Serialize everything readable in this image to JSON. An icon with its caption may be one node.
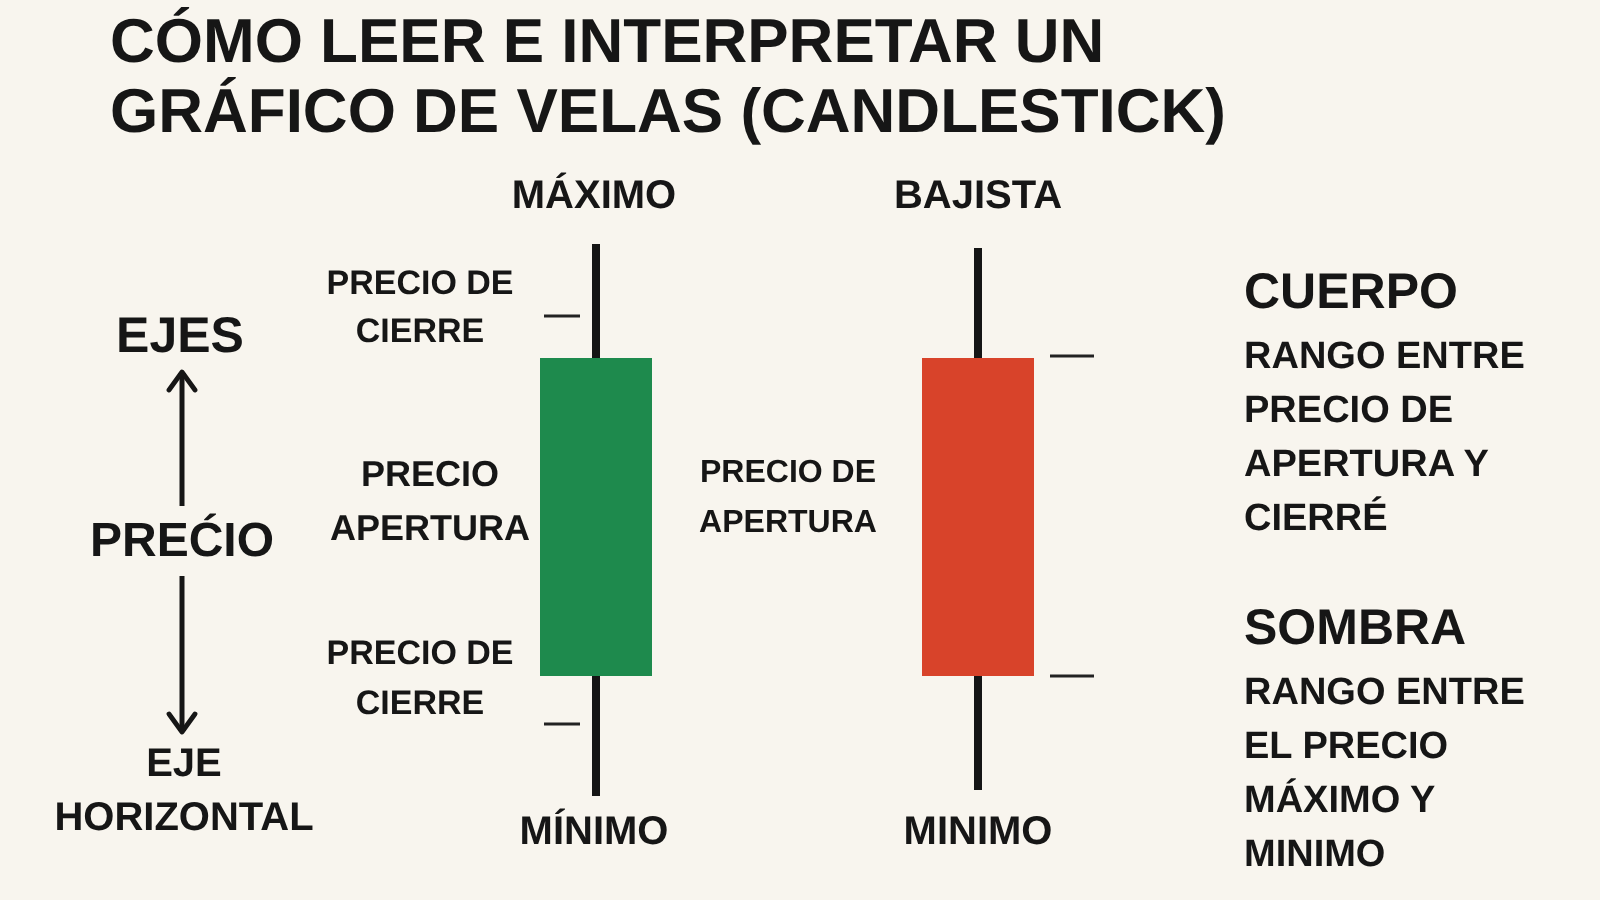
{
  "diagram": {
    "title": "CÓMO LEER E INTERPRETAR UN GRÁFICO DE VELAS (CANDLESTICK)",
    "nodes": [
      {
        "text": [
          "EJES"
        ]
      },
      {
        "text": [
          "PREĆIO"
        ]
      },
      {
        "text": [
          "EJE HORIZONTAL"
        ]
      }
    ],
    "edges": [
      {
        "from": 1,
        "to": 0,
        "arrow": "to"
      },
      {
        "from": 1,
        "to": 2,
        "arrow": "to"
      }
    ],
    "labels": [
      "MÁXIMO",
      "BAJISTA",
      "PRECIO DE CIERRE",
      "CUERPO",
      "RANGO ENTRE PRECIO DE APERTURA Y CIERRÉ",
      "PRECIO APERTURA",
      "PRECIO DE APERTURA",
      "SOMBRA",
      "PRECIO DE CIERRE",
      "RANGO ENTRE EL PRECIO MÁXIMO Y MINIMO",
      "MÍNIMO",
      "MINIMO"
    ]
  }
}
